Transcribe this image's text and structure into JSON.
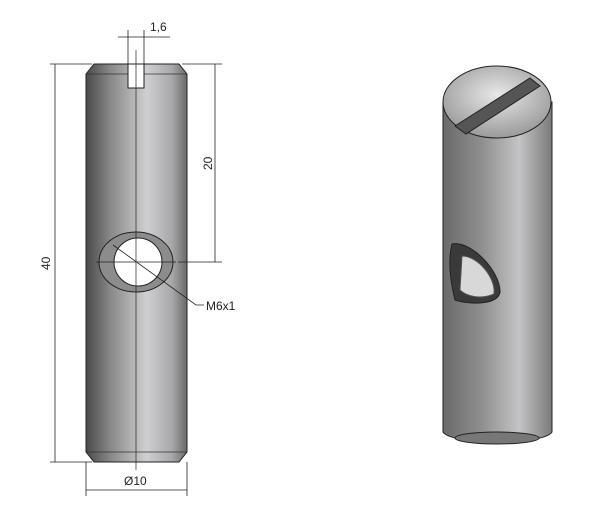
{
  "dimensions": {
    "slot_width": "1,6",
    "hole_offset": "20",
    "length": "40",
    "thread": "M6x1",
    "diameter": "Ø10"
  }
}
